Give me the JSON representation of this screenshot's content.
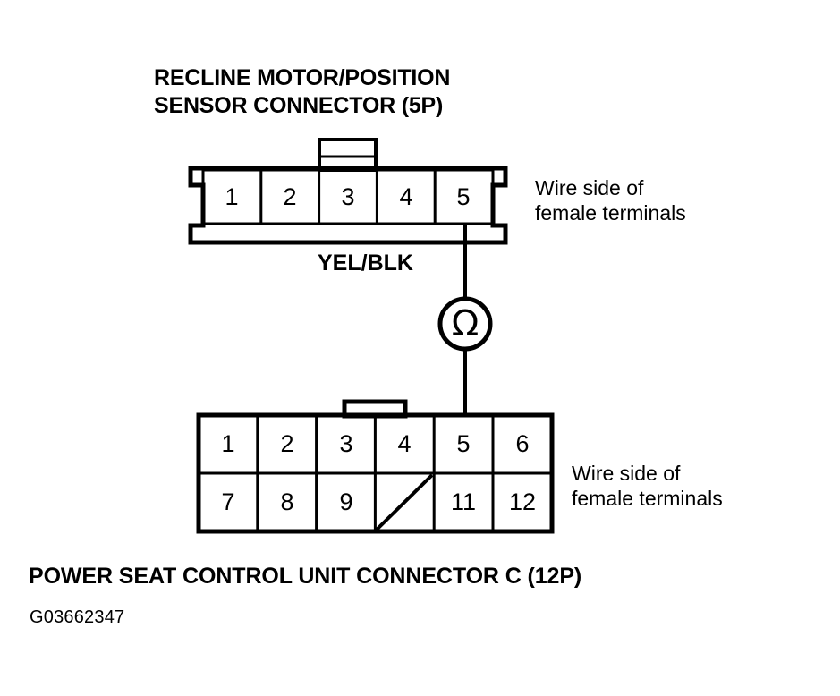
{
  "document": {
    "type": "automotive-wiring-connector-test-diagram",
    "reference_code": "G03662347"
  },
  "top_connector": {
    "title": "RECLINE MOTOR/POSITION\nSENSOR CONNECTOR (5P)",
    "pin_count": 5,
    "pins": [
      "1",
      "2",
      "3",
      "4",
      "5"
    ],
    "note": "Wire side of\nfemale terminals",
    "tested_pin": "5"
  },
  "bottom_connector": {
    "caption": "POWER SEAT CONTROL UNIT CONNECTOR C (12P)",
    "pin_count": 12,
    "rows": [
      [
        "1",
        "2",
        "3",
        "4",
        "5",
        "6"
      ],
      [
        "7",
        "8",
        "9",
        "",
        "11",
        "12"
      ]
    ],
    "blank_position_index": 10,
    "note": "Wire side of\nfemale terminals",
    "tested_pin": "5"
  },
  "wire": {
    "label": "YEL/BLK",
    "color_code": "Yellow/Black",
    "from": "RECLINE MOTOR/POSITION SENSOR CONNECTOR (5P) pin 5",
    "to": "POWER SEAT CONTROL UNIT CONNECTOR C (12P) pin 5"
  },
  "meter": {
    "symbol": "Ω",
    "name": "ohmmeter",
    "measurement": "resistance"
  },
  "colors": {
    "line": "#000000",
    "background": "#ffffff"
  }
}
